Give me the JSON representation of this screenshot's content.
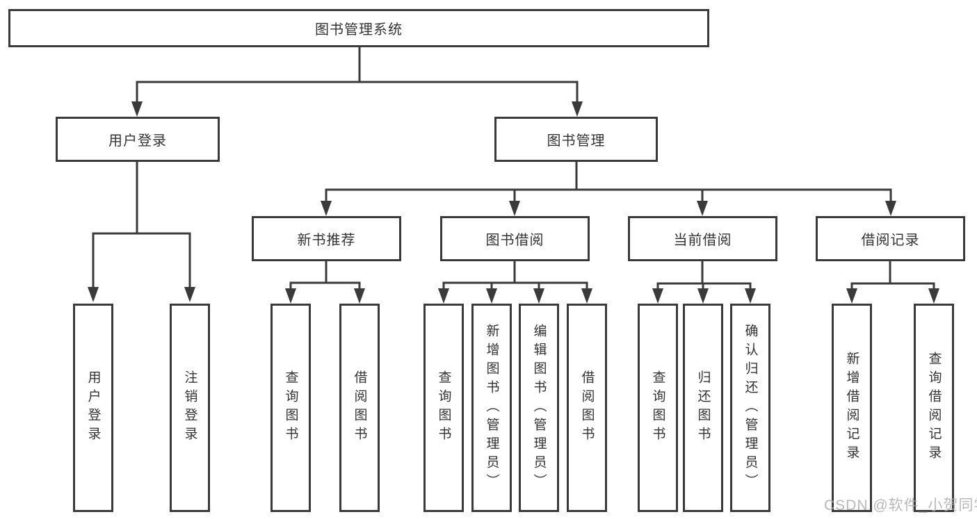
{
  "tree": {
    "label": "图书管理系统",
    "children": [
      {
        "label": "用户登录",
        "children": [
          {
            "label": "用户登录"
          },
          {
            "label": "注销登录"
          }
        ]
      },
      {
        "label": "图书管理",
        "children": [
          {
            "label": "新书推荐",
            "children": [
              {
                "label": "查询图书"
              },
              {
                "label": "借阅图书"
              }
            ]
          },
          {
            "label": "图书借阅",
            "children": [
              {
                "label": "查询图书"
              },
              {
                "label": "新增图书（管理员）"
              },
              {
                "label": "编辑图书（管理员）"
              },
              {
                "label": "借阅图书"
              }
            ]
          },
          {
            "label": "当前借阅",
            "children": [
              {
                "label": "查询图书"
              },
              {
                "label": "归还图书"
              },
              {
                "label": "确认归还（管理员）"
              }
            ]
          },
          {
            "label": "借阅记录",
            "children": [
              {
                "label": "新增借阅记录"
              },
              {
                "label": "查询借阅记录"
              }
            ]
          }
        ]
      }
    ]
  },
  "watermark": {
    "text": "CSDN @软件_小贺同学"
  },
  "colors": {
    "line": "#3a3a3a",
    "text": "#333333",
    "box_background": "#ffffff",
    "watermark": "#acacac"
  }
}
